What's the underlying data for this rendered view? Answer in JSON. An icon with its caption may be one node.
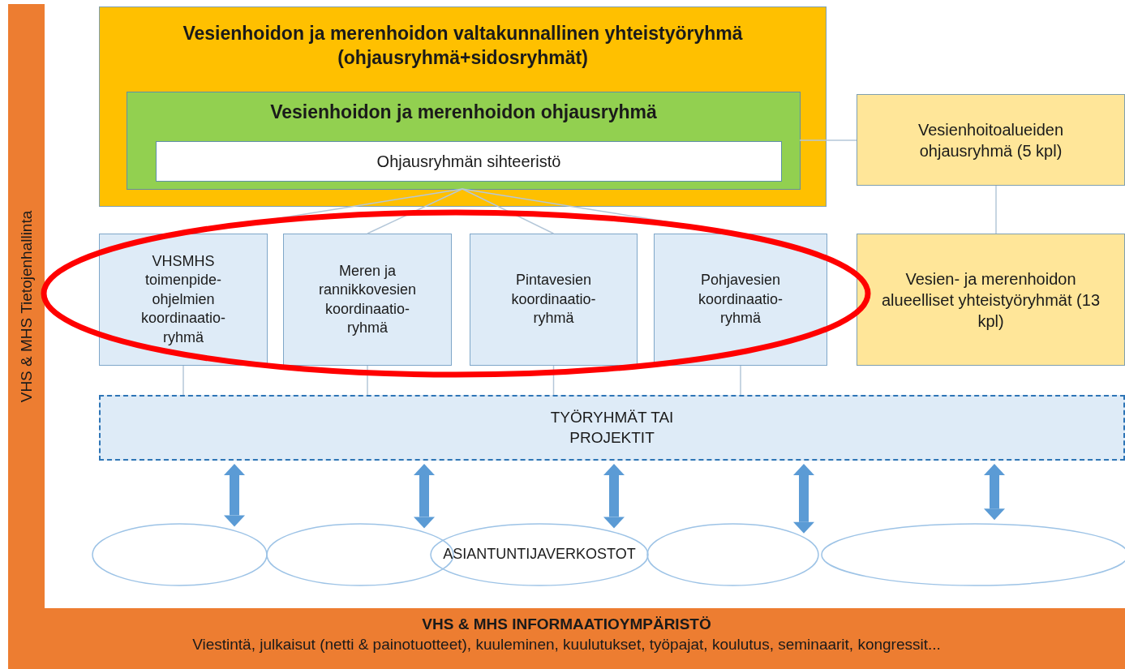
{
  "diagram": {
    "nodes": [
      {
        "text": [
          "Vesienhoidon ja merenhoidon valtakunnallinen yhteistyöryhmä (ohjausryhmä+sidosryhmät)"
        ]
      },
      {
        "text": [
          "Vesienhoidon ja merenhoidon ohjausryhmä"
        ],
        "in": 0
      },
      {
        "text": [
          "Ohjausryhmän sihteeristö"
        ],
        "in": 1
      },
      {
        "text": [
          "Vesienhoitoalueiden ohjausryhmä (5 kpl)"
        ]
      },
      {
        "text": [
          "VHSMHS toimenpide- ohjelmien koordinaatio- ryhmä"
        ]
      },
      {
        "text": [
          "Meren ja rannikkovesien koordinaatio- ryhmä"
        ]
      },
      {
        "text": [
          "Pintavesien koordinaatio- ryhmä"
        ]
      },
      {
        "text": [
          "Pohjavesien koordinaatio- ryhmä"
        ]
      },
      {
        "text": [
          "Vesien- ja merenhoidon alueelliset yhteistyöryhmät (13 kpl)"
        ]
      },
      {
        "text": [
          "TYÖRYHMÄT TAI PROJEKTIT"
        ]
      },
      {
        "text": [],
        "shape": "ellipse"
      },
      {
        "text": [],
        "shape": "ellipse"
      },
      {
        "text": [
          "ASIANTUNTIJAVERKOSTOT"
        ]
      },
      {
        "text": [],
        "shape": "ellipse"
      },
      {
        "text": [],
        "shape": "ellipse"
      },
      {
        "text": [
          "VHS & MHS Tietojenhallinta"
        ]
      },
      {
        "text": [
          "VHS & MHS INFORMAATIOYMPÄRISTÖ",
          "Viestintä, julkaisut (netti & painotuotteet), kuuleminen, kuulutukset, työpajat, koulutus, seminaarit, kongressit..."
        ]
      }
    ],
    "edges": [
      {
        "from": 1,
        "to": 4,
        "arrow": "none"
      },
      {
        "from": 1,
        "to": 5,
        "arrow": "none"
      },
      {
        "from": 1,
        "to": 6,
        "arrow": "none"
      },
      {
        "from": 1,
        "to": 7,
        "arrow": "none"
      },
      {
        "from": 1,
        "to": 3,
        "arrow": "none"
      },
      {
        "from": 3,
        "to": 8,
        "arrow": "none"
      },
      {
        "from": 4,
        "to": 9,
        "arrow": "none"
      },
      {
        "from": 5,
        "to": 9,
        "arrow": "none"
      },
      {
        "from": 6,
        "to": 9,
        "arrow": "none"
      },
      {
        "from": 7,
        "to": 9,
        "arrow": "none"
      },
      {
        "from": 9,
        "to": 10,
        "arrow": "both",
        "style": "thick",
        "color": "#5b9bd5"
      },
      {
        "from": 9,
        "to": 11,
        "arrow": "both",
        "style": "thick",
        "color": "#5b9bd5"
      },
      {
        "from": 9,
        "to": 12,
        "arrow": "both",
        "style": "thick",
        "color": "#5b9bd5"
      },
      {
        "from": 9,
        "to": 13,
        "arrow": "both",
        "style": "thick",
        "color": "#5b9bd5"
      },
      {
        "from": 9,
        "to": 14,
        "arrow": "both",
        "style": "thick",
        "color": "#5b9bd5"
      }
    ]
  }
}
